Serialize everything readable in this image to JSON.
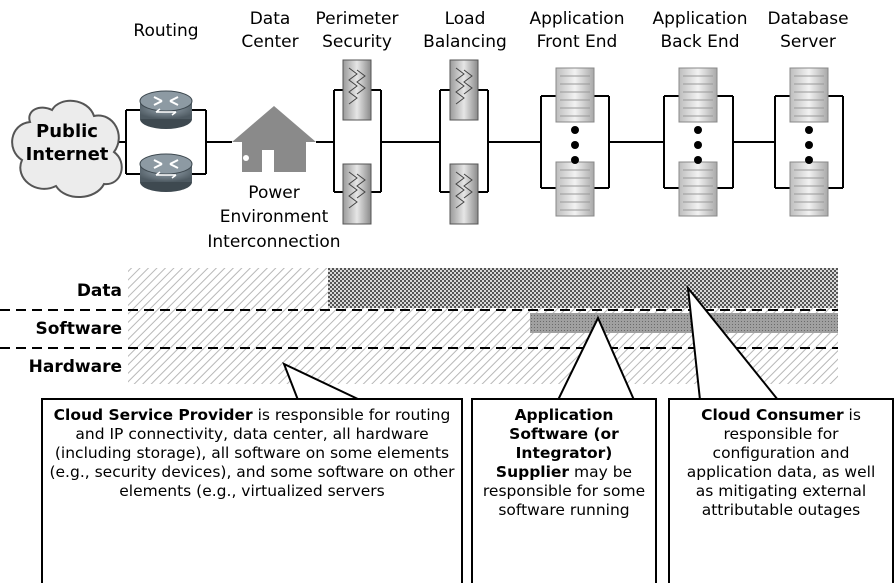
{
  "top_labels": {
    "routing": [
      "Routing"
    ],
    "data_center": [
      "Data",
      "Center"
    ],
    "perimeter_security": [
      "Perimeter",
      "Security"
    ],
    "load_balancing": [
      "Load",
      "Balancing"
    ],
    "app_front_end": [
      "Application",
      "Front End"
    ],
    "app_back_end": [
      "Application",
      "Back End"
    ],
    "database_server": [
      "Database",
      "Server"
    ]
  },
  "cloud": [
    "Public",
    "Internet"
  ],
  "power_label": [
    "Power",
    "Environment",
    "Interconnection"
  ],
  "bands": {
    "data": "Data",
    "software": "Software",
    "hardware": "Hardware"
  },
  "callouts": {
    "provider": {
      "bold": "Cloud Service Provider",
      "text": " is responsible for routing and IP connectivity, data center, all hardware (including storage), all software on some elements (e.g., security devices), and some software on other elements (e.g., virtualized servers"
    },
    "supplier": {
      "bold": "Application Software (or Integrator) Supplier",
      "text": " may be responsible for some software running"
    },
    "consumer": {
      "bold": "Cloud Consumer",
      "text": " is responsible for configuration and application data, as well as mitigating external attributable outages"
    }
  },
  "colors": {
    "hatch": "#b8b8b8",
    "checker": "#707070",
    "software_fill": "#909090",
    "server": "#cfcfcf",
    "router": "#6f7f8a",
    "house": "#8a8a8a"
  }
}
